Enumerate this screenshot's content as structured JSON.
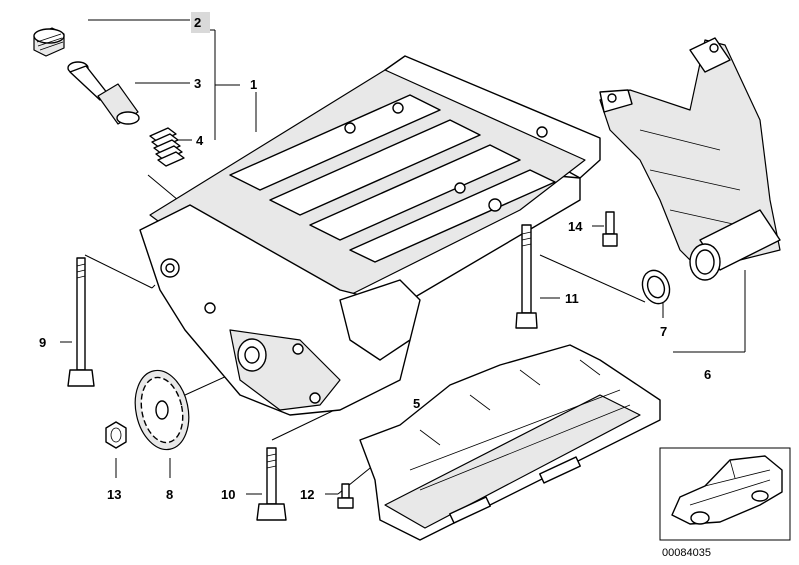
{
  "callouts": {
    "c1": "1",
    "c2": "2",
    "c3": "3",
    "c4": "4",
    "c5": "5",
    "c6": "6",
    "c7": "7",
    "c8": "8",
    "c9": "9",
    "c10": "10",
    "c11": "11",
    "c12": "12",
    "c13": "13",
    "c14": "14"
  },
  "highlight_color": "#d9d9d9",
  "image_code": "00084035"
}
